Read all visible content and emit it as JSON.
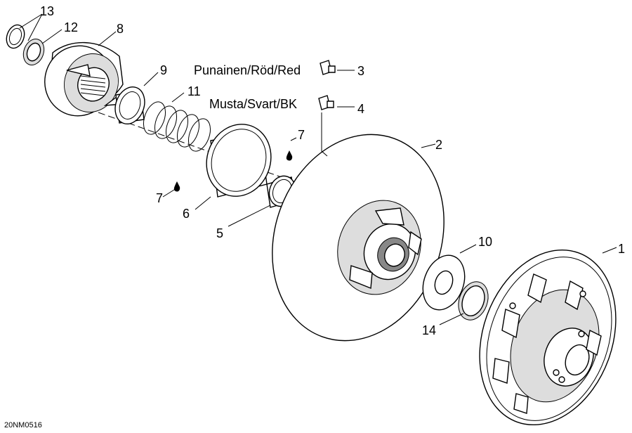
{
  "callouts": {
    "p1": "1",
    "p2": "2",
    "p3": "3",
    "p4": "4",
    "p5": "5",
    "p6": "6",
    "p7a": "7",
    "p7b": "7",
    "p8": "8",
    "p9": "9",
    "p10": "10",
    "p11": "11",
    "p12": "12",
    "p13": "13",
    "p14": "14"
  },
  "color_labels": {
    "red": "Punainen/Röd/Red",
    "black": "Musta/Svart/BK"
  },
  "reference_code": "20NM0516"
}
